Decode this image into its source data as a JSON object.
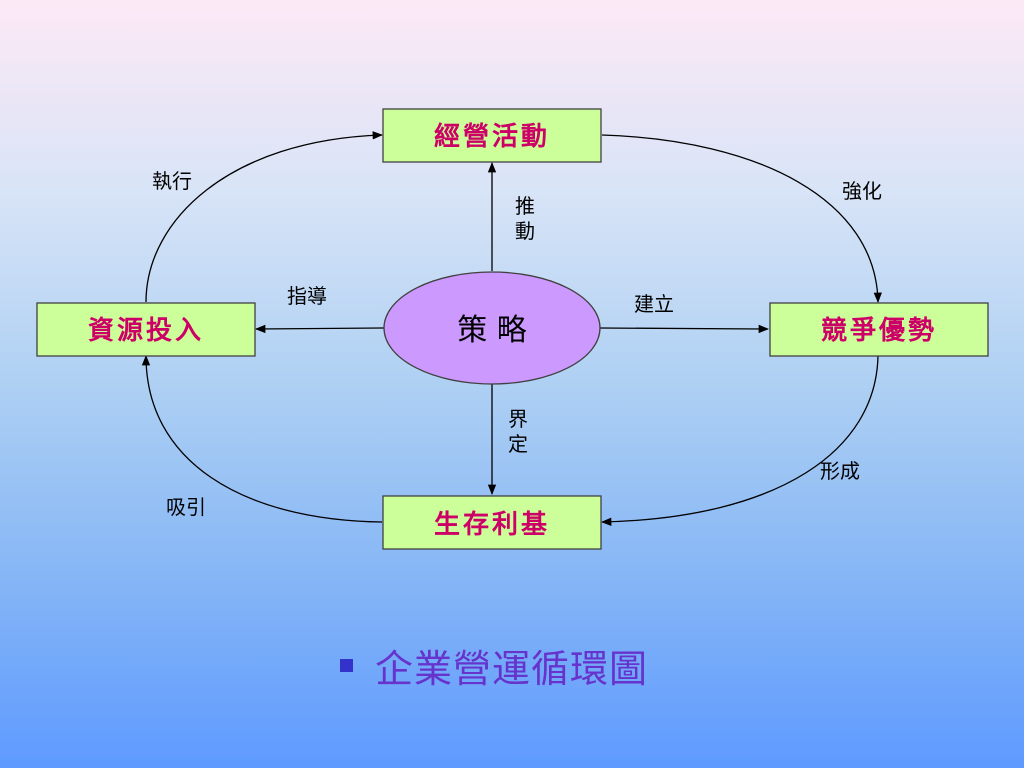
{
  "colors": {
    "node_fill": "#ccff99",
    "node_border": "#404040",
    "node_text": "#cc0066",
    "center_fill": "#cc99ff",
    "center_border": "#404040",
    "line": "#000000",
    "caption_text": "#6633cc",
    "caption_bullet": "#3333cc"
  },
  "diagram": {
    "center": {
      "label": "策 略"
    },
    "nodes": {
      "top": {
        "label": "經營活動"
      },
      "left": {
        "label": "資源投入"
      },
      "right": {
        "label": "競爭優勢"
      },
      "bottom": {
        "label": "生存利基"
      }
    },
    "edge_labels": {
      "execute": "執行",
      "strengthen": "強化",
      "guide": "指導",
      "establish": "建立",
      "drive_1": "推",
      "drive_2": "動",
      "define_1": "界",
      "define_2": "定",
      "form": "形成",
      "attract": "吸引"
    }
  },
  "caption": {
    "text": "企業營運循環圖",
    "bullet_icon": "square-bullet-icon"
  }
}
